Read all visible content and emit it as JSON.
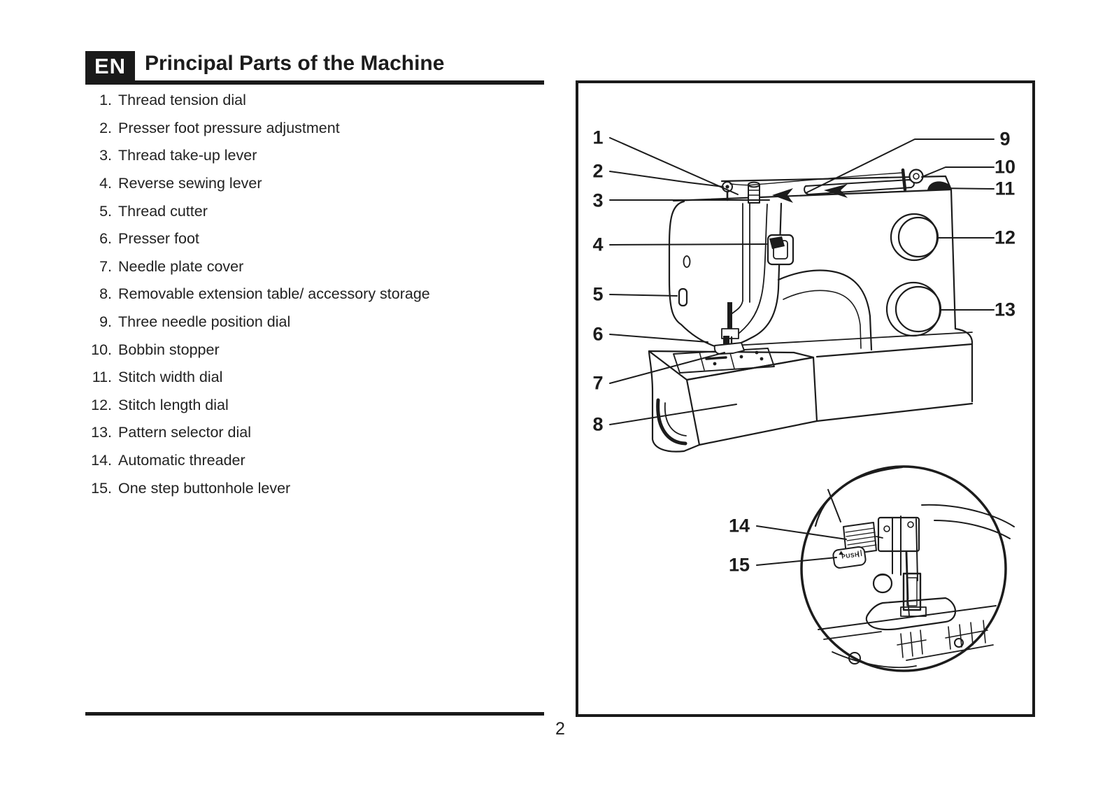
{
  "document": {
    "language_badge": "EN",
    "title": "Principal Parts of the Machine",
    "page_number": "2"
  },
  "parts_list": [
    {
      "num": "1.",
      "name": "Thread tension dial"
    },
    {
      "num": "2.",
      "name": "Presser foot pressure adjustment"
    },
    {
      "num": "3.",
      "name": "Thread take-up lever"
    },
    {
      "num": "4.",
      "name": "Reverse sewing lever"
    },
    {
      "num": "5.",
      "name": "Thread cutter"
    },
    {
      "num": "6.",
      "name": "Presser foot"
    },
    {
      "num": "7.",
      "name": "Needle plate cover"
    },
    {
      "num": "8.",
      "name": "Removable extension table/ accessory storage"
    },
    {
      "num": "9.",
      "name": "Three needle position dial"
    },
    {
      "num": "10.",
      "name": "Bobbin stopper"
    },
    {
      "num": "11.",
      "name": "Stitch width dial"
    },
    {
      "num": "12.",
      "name": "Stitch length dial"
    },
    {
      "num": "13.",
      "name": "Pattern selector dial"
    },
    {
      "num": "14.",
      "name": "Automatic threader"
    },
    {
      "num": "15.",
      "name": "One step buttonhole lever"
    }
  ],
  "figure": {
    "push_button_label": "PUSH",
    "ink_color": "#1c1c1c",
    "paper_color": "#ffffff",
    "callouts": [
      {
        "label": "1"
      },
      {
        "label": "2"
      },
      {
        "label": "3"
      },
      {
        "label": "4"
      },
      {
        "label": "5"
      },
      {
        "label": "6"
      },
      {
        "label": "7"
      },
      {
        "label": "8"
      },
      {
        "label": "9"
      },
      {
        "label": "10"
      },
      {
        "label": "11"
      },
      {
        "label": "12"
      },
      {
        "label": "13"
      },
      {
        "label": "14"
      },
      {
        "label": "15"
      }
    ]
  }
}
